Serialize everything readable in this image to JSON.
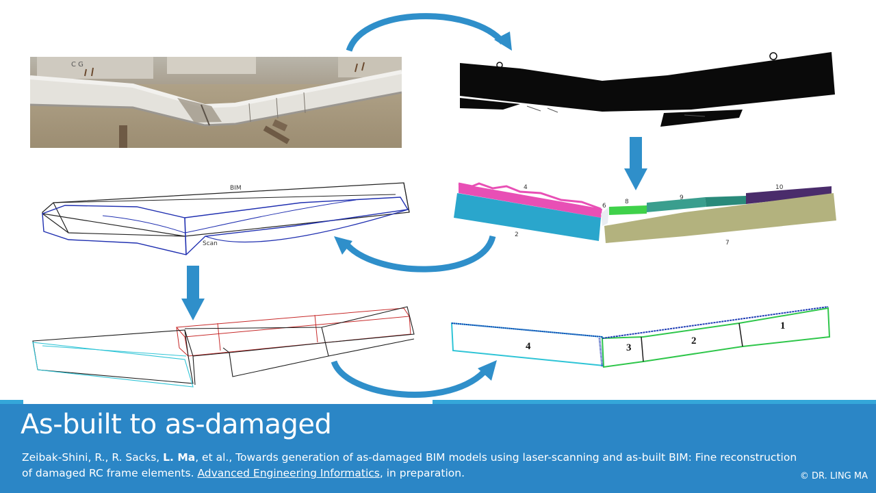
{
  "slide": {
    "title": "As-built to as-damaged",
    "citation": {
      "authors_pre": "Zeibak-Shini, R., R. Sacks, ",
      "author_bold": "L. Ma",
      "authors_post": ", et al., Towards generation of as-damaged BIM models using laser-scanning and as-built BIM: Fine reconstruction of damaged RC frame elements. ",
      "journal": "Advanced Engineering Informatics",
      "status": ", in preparation."
    },
    "copyright": "© DR. LING MA"
  },
  "figures": {
    "bim_overlay": {
      "bim_label": "BIM",
      "scan_label": "Scan"
    },
    "segmentation": {
      "labels": [
        "4",
        "6",
        "8",
        "9",
        "10",
        "2",
        "7"
      ]
    },
    "reconstruction": {
      "labels": [
        "4",
        "3",
        "2",
        "1"
      ]
    }
  },
  "colors": {
    "footer_blue": "#2b86c6",
    "stripe_blue": "#34a6d9",
    "arrow_blue": "#2f8fca",
    "magenta": "#e84fb5",
    "cyan": "#2aa6cc",
    "olive": "#b3b27e",
    "purple": "#4a2c6b"
  }
}
